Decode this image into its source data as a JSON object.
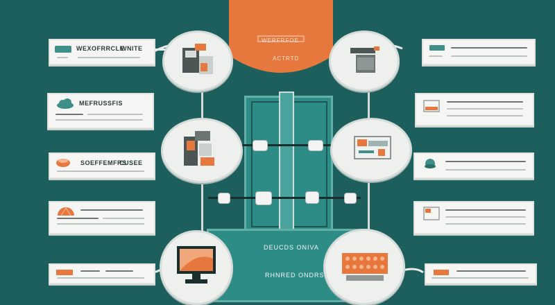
{
  "colors": {
    "background": "#1d5f5c",
    "accent": "#e6783d",
    "panel": "#f5f6f4",
    "teal": "#2e8c86"
  },
  "top_banner": {
    "line1": "WERFRFOE",
    "line2": "ACTRTD"
  },
  "center": {
    "label_top": "DEUCDS ONIVA",
    "label_bottom": "RHNRED ONDRS"
  },
  "left_panels": [
    {
      "title": "WEXOFRRCLE",
      "subtitle": "WNITE",
      "icon": "cloud-icon"
    },
    {
      "title": "MEFRUSSFIS",
      "subtitle": "",
      "icon": "cloud-icon"
    },
    {
      "title": "SOEFFEMFRS",
      "subtitle": "CUSEE",
      "icon": "food-icon"
    },
    {
      "title": "",
      "subtitle": "",
      "icon": "pie-icon"
    },
    {
      "title": "",
      "subtitle": "",
      "icon": "chart-icon"
    }
  ],
  "right_panels": [
    {
      "icon": "badge-icon"
    },
    {
      "icon": "monitor-icon"
    },
    {
      "icon": "cloud-icon"
    },
    {
      "icon": "window-icon"
    },
    {
      "icon": "tag-icon"
    }
  ]
}
